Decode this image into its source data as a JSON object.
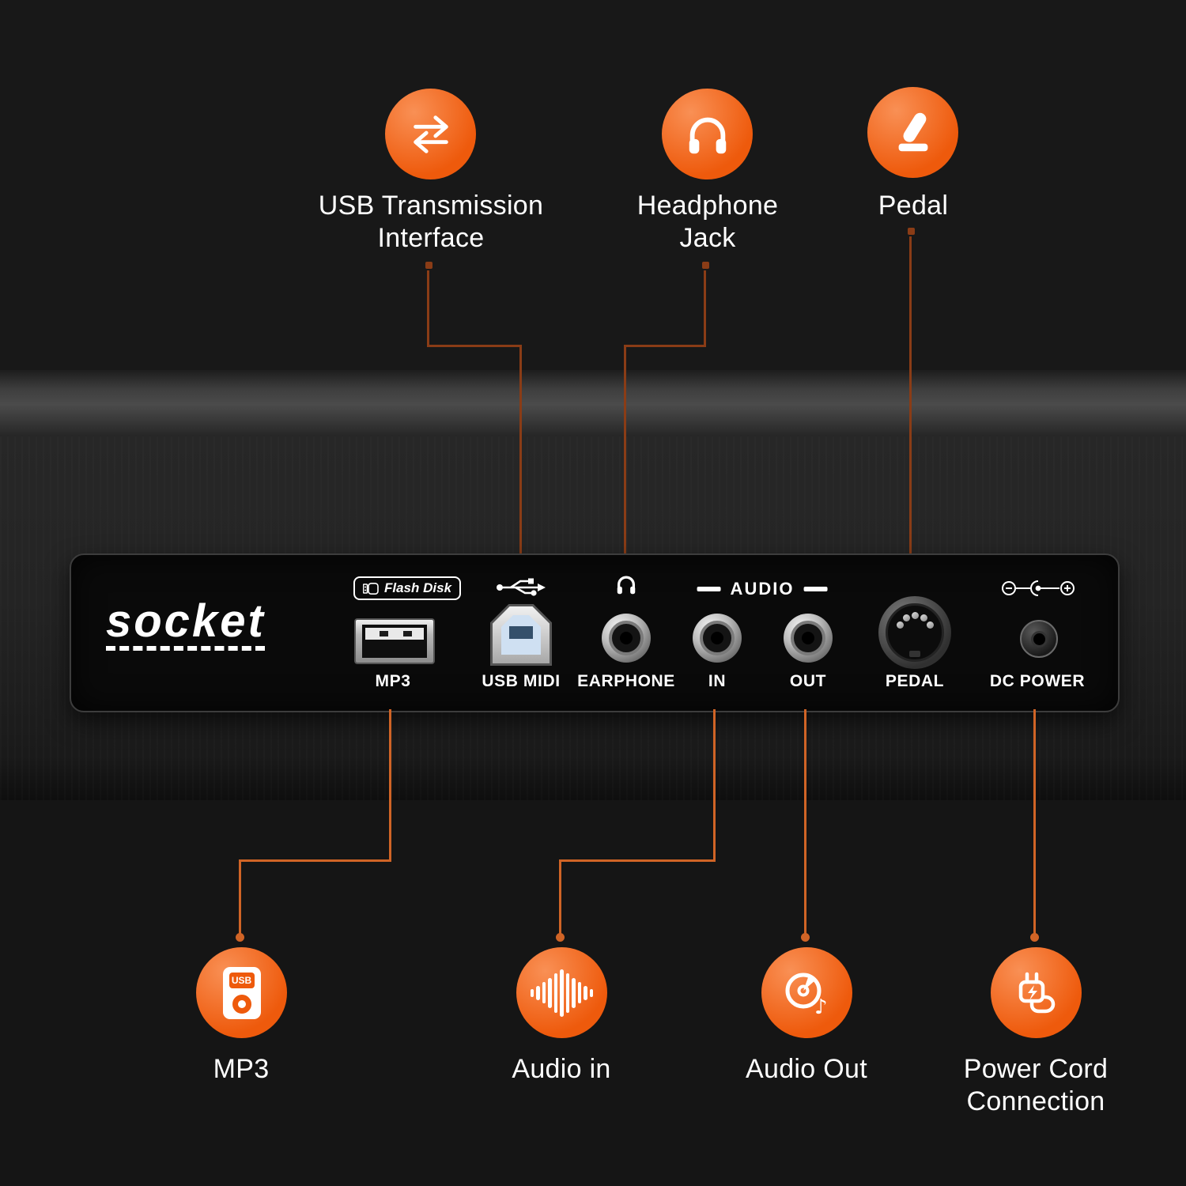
{
  "colors": {
    "background": "#181818",
    "accent": "#ee5a0c",
    "accent_light": "#f99055",
    "line_top": "#8a3c16",
    "line_bottom": "#d06426",
    "panel_bg": "#0a0a0a",
    "text": "#ffffff"
  },
  "top_callouts": [
    {
      "icon": "usb-transfer-icon",
      "line1": "USB Transmission",
      "line2": "Interface"
    },
    {
      "icon": "headphone-icon",
      "line1": "Headphone",
      "line2": "Jack"
    },
    {
      "icon": "pedal-icon",
      "line1": "Pedal",
      "line2": ""
    }
  ],
  "panel": {
    "logo": "socket",
    "flash_disk_badge": "Flash Disk",
    "audio_group_label": "AUDIO",
    "ports": {
      "mp3": {
        "label": "MP3"
      },
      "usb_midi": {
        "label": "USB MIDI"
      },
      "earphone": {
        "label": "EARPHONE"
      },
      "audio_in": {
        "label": "IN"
      },
      "audio_out": {
        "label": "OUT"
      },
      "pedal": {
        "label": "PEDAL"
      },
      "dc_power": {
        "label": "DC POWER"
      }
    }
  },
  "bottom_callouts": [
    {
      "icon": "mp3-player-icon",
      "line1": "MP3",
      "line2": ""
    },
    {
      "icon": "audio-in-icon",
      "line1": "Audio in",
      "line2": ""
    },
    {
      "icon": "audio-out-icon",
      "line1": "Audio Out",
      "line2": ""
    },
    {
      "icon": "power-cord-icon",
      "line1": "Power Cord",
      "line2": "Connection"
    }
  ],
  "icon_texts": {
    "mp3_screen": "USB",
    "music_note": "♪"
  }
}
